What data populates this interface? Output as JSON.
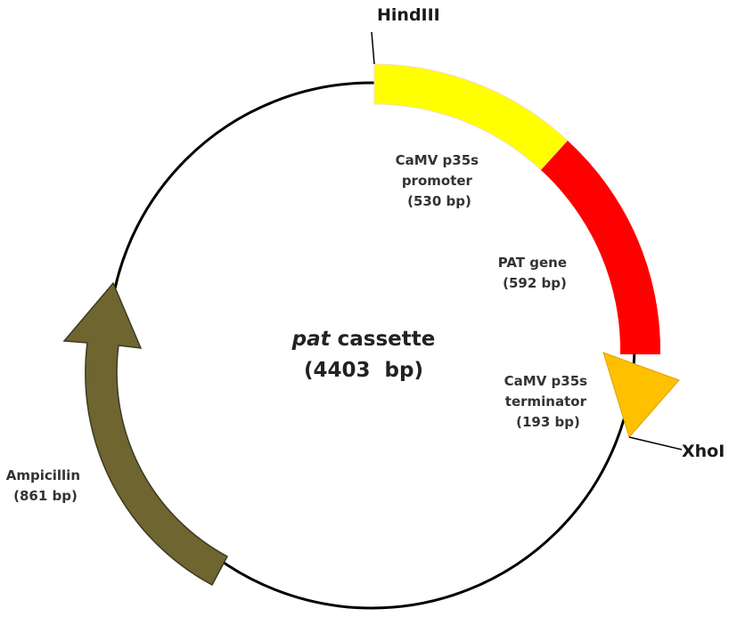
{
  "plasmid": {
    "name_italic": "pat",
    "name_rest": " cassette",
    "size": "(4403  bp)"
  },
  "sites": {
    "hindiii": "HindIII",
    "xhoi": "XhoI"
  },
  "features": {
    "promoter": {
      "line1": "CaMV p35s",
      "line2": "promoter",
      "line3": "(530 bp)",
      "color": "#FFFF00"
    },
    "pat_gene": {
      "line1": "PAT gene",
      "line2": "(592 bp)",
      "color": "#FF0000"
    },
    "terminator": {
      "line1": "CaMV p35s",
      "line2": "terminator",
      "line3": "(193 bp)",
      "color": "#FFC000"
    },
    "ampicillin": {
      "line1": "Ampicillin",
      "line2": "(861 bp)",
      "color": "#6E6530"
    }
  }
}
